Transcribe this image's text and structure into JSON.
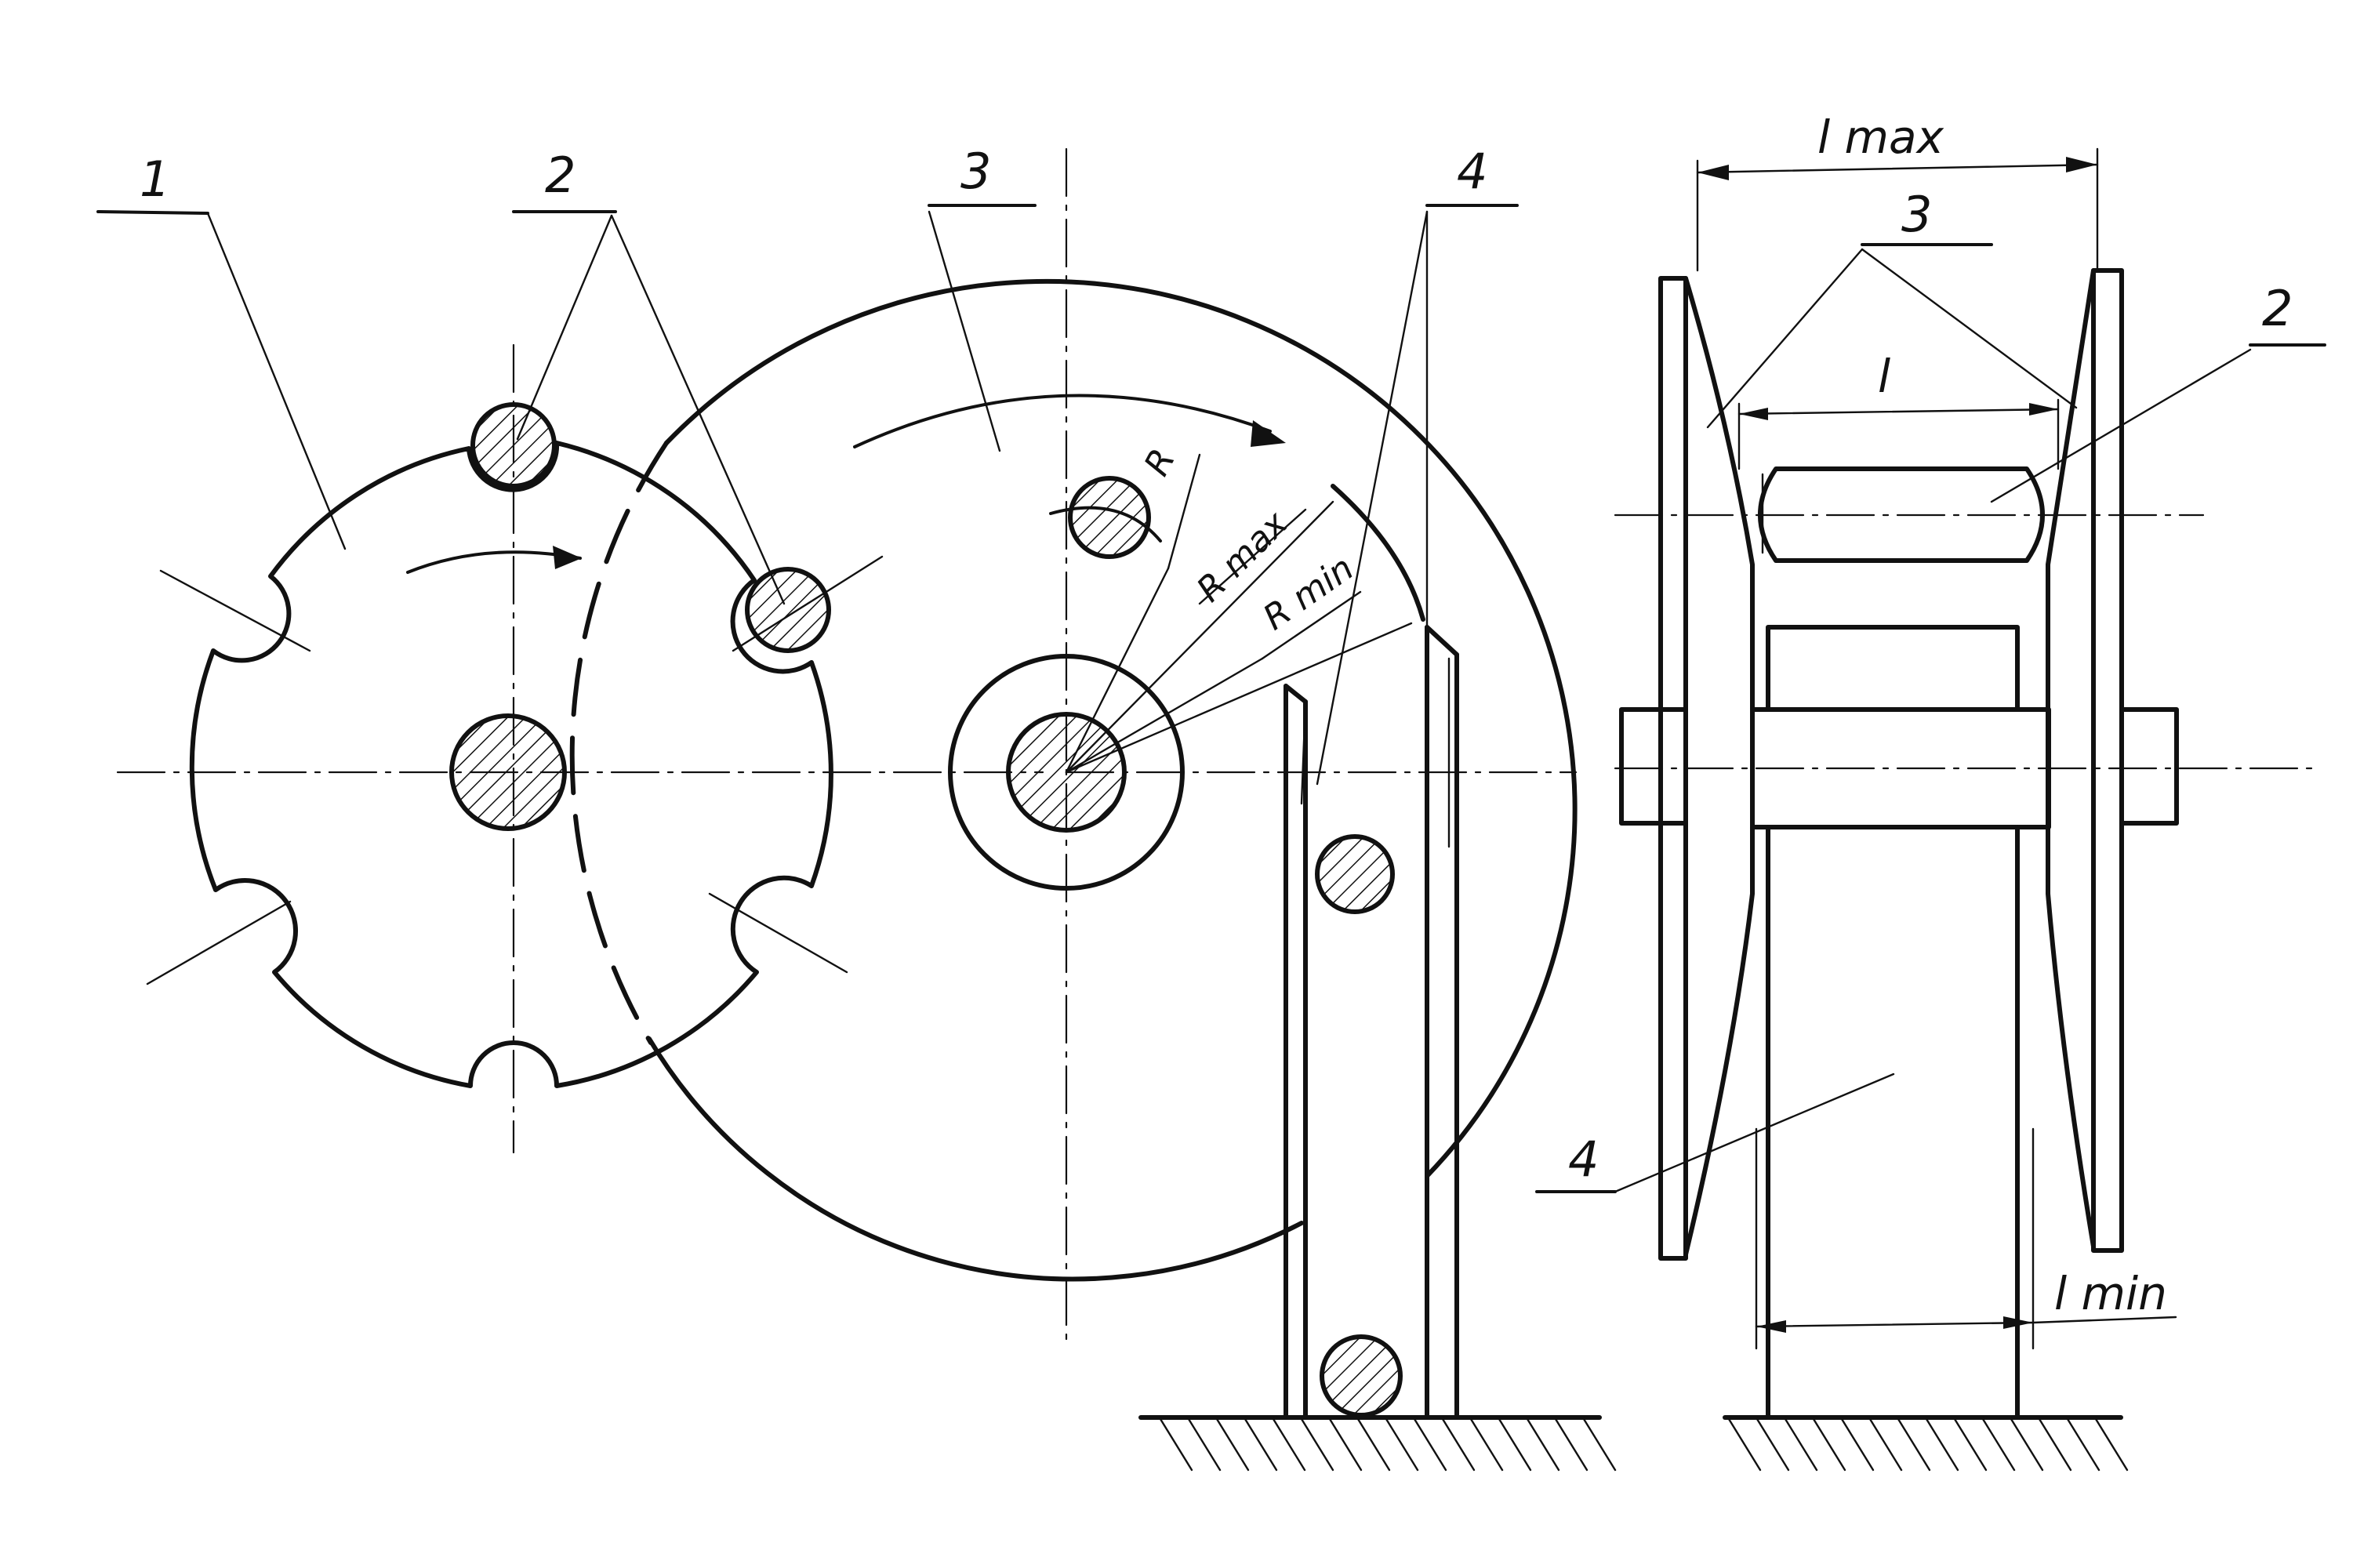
{
  "labels": {
    "part1": "1",
    "part2_left": "2",
    "part3_left": "3",
    "part4_top": "4",
    "part3_right": "3",
    "part2_right": "2",
    "part4_right": "4"
  },
  "dimensions": {
    "R": "R",
    "Rmax": "R max",
    "Rmin": "R min",
    "lmax": "l max",
    "l": "l",
    "lmin": "l min"
  }
}
